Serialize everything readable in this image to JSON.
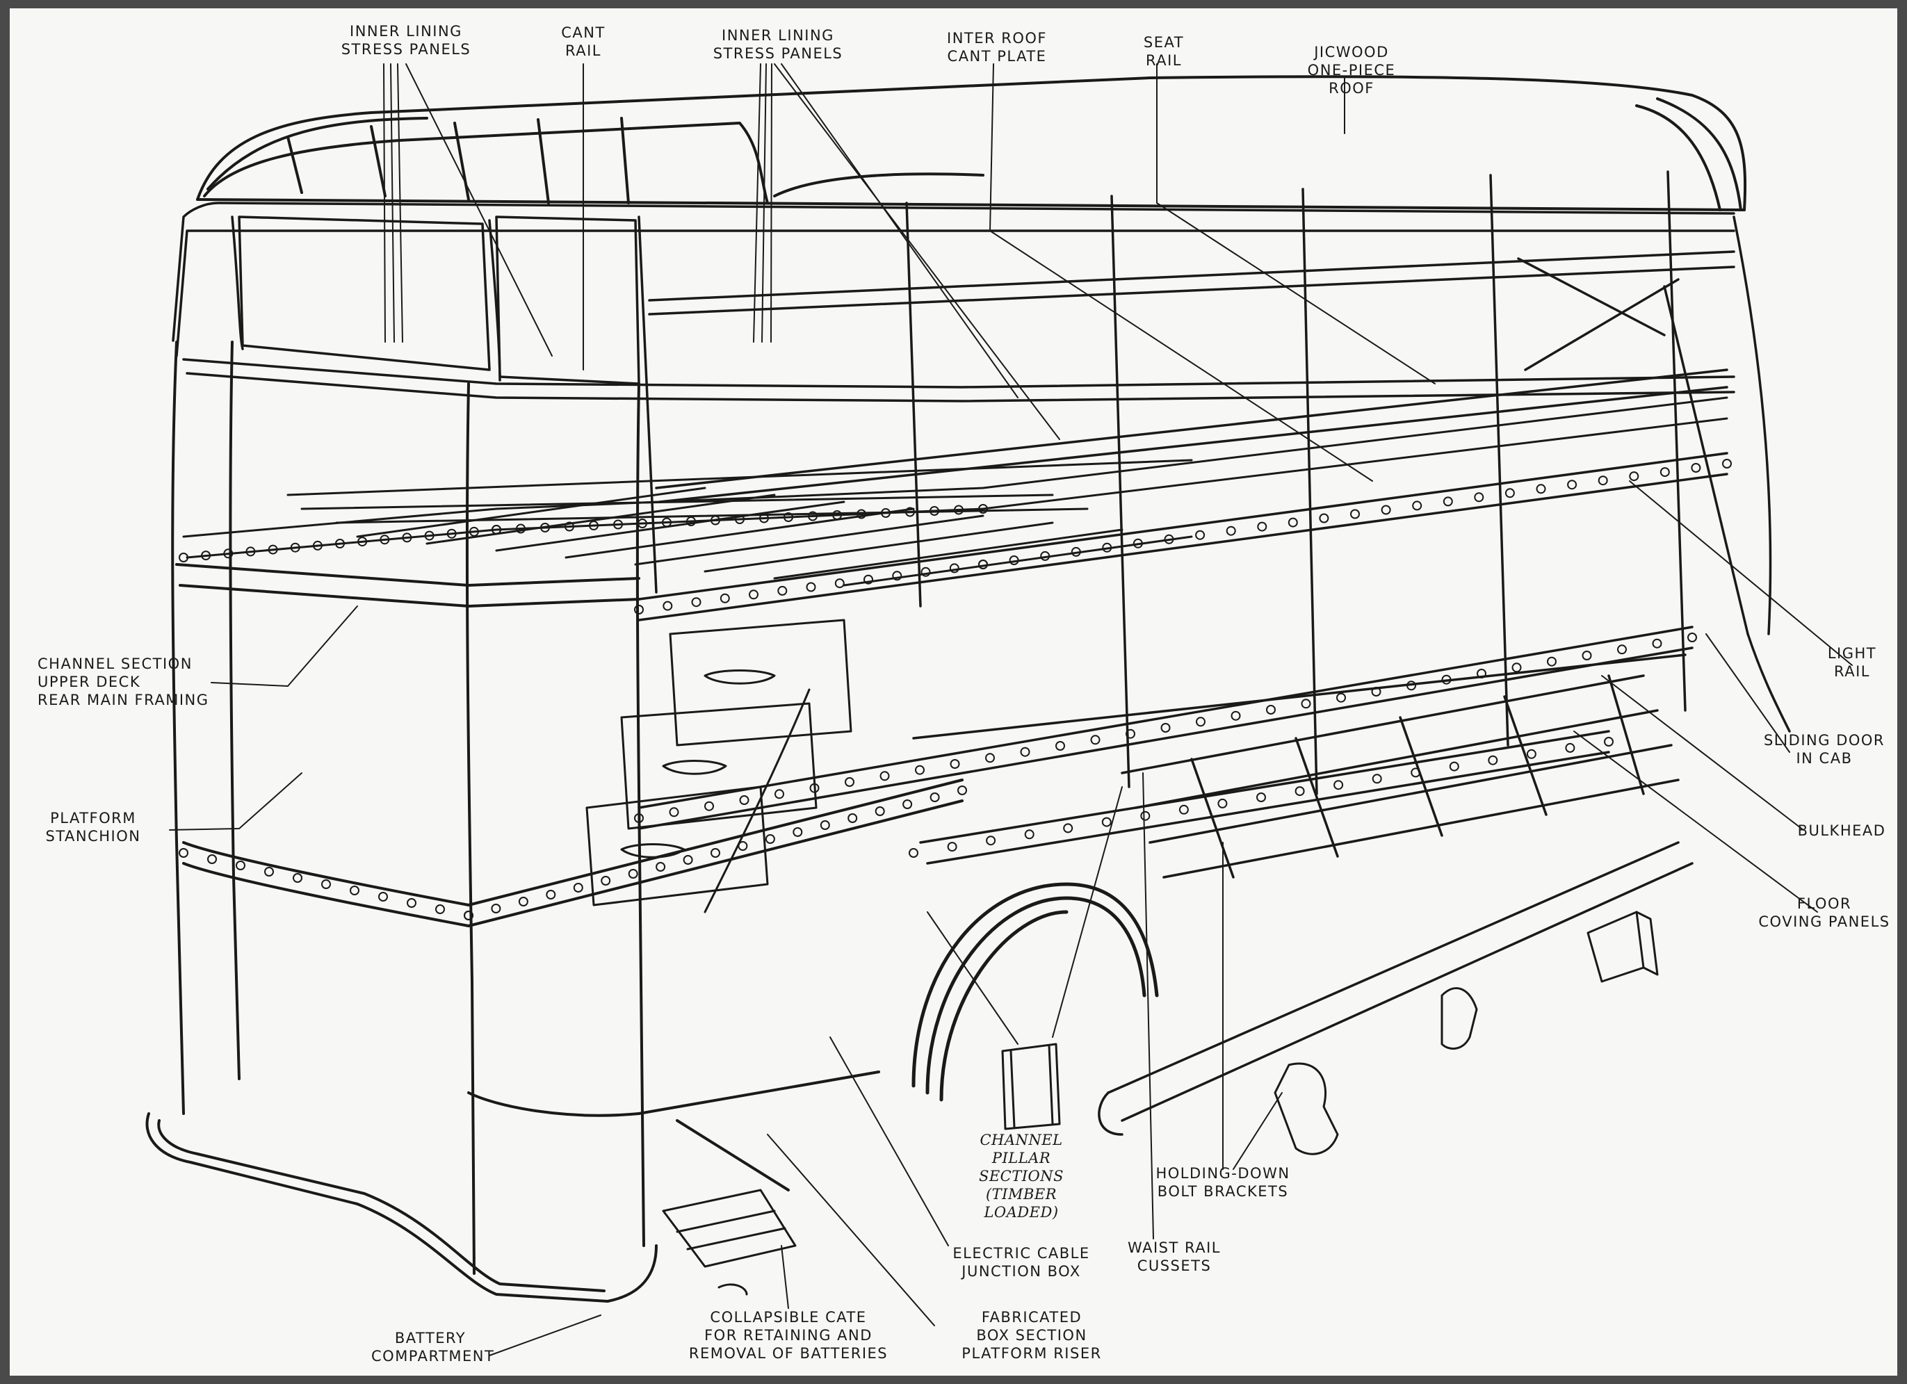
{
  "figure": {
    "subject": "double-deck bus body framing",
    "colors": {
      "background": "#f7f7f5",
      "ink": "#1a1a1a",
      "frame": "#4a4a4a"
    }
  },
  "labels": {
    "inner_lining_stress_panels_left": "INNER LINING\nSTRESS PANELS",
    "cant_rail": "CANT\nRAIL",
    "inner_lining_stress_panels_right": "INNER LINING\nSTRESS PANELS",
    "inter_roof_cant_plate": "INTER ROOF\nCANT PLATE",
    "seat_rail": "SEAT\nRAIL",
    "jigwood_one_piece_roof": "JICWOOD\nONE-PIECE ROOF",
    "channel_section_upper_deck": "CHANNEL SECTION\nUPPER DECK\nREAR MAIN FRAMING",
    "platform_stanchion": "PLATFORM\nSTANCHION",
    "light_rail": "LIGHT\nRAIL",
    "sliding_door_in_cab": "SLIDING DOOR\nIN CAB",
    "bulkhead": "BULKHEAD",
    "floor_coving_panels": "FLOOR\nCOVING PANELS",
    "channel_pillar_sections": "CHANNEL PILLAR\nSECTIONS\n(TIMBER LOADED)",
    "holding_down_bolt_brackets": "HOLDING-DOWN\nBOLT BRACKETS",
    "waist_rail_cussets": "WAIST RAIL\nCUSSETS",
    "electric_cable_junction_box": "ELECTRIC CABLE\nJUNCTION BOX",
    "fabricated_box_section_platform_riser": "FABRICATED\nBOX SECTION\nPLATFORM RISER",
    "collapsible_gate": "COLLAPSIBLE CATE\nFOR RETAINING AND\nREMOVAL OF BATTERIES",
    "battery_compartment": "BATTERY\nCOMPARTMENT"
  }
}
